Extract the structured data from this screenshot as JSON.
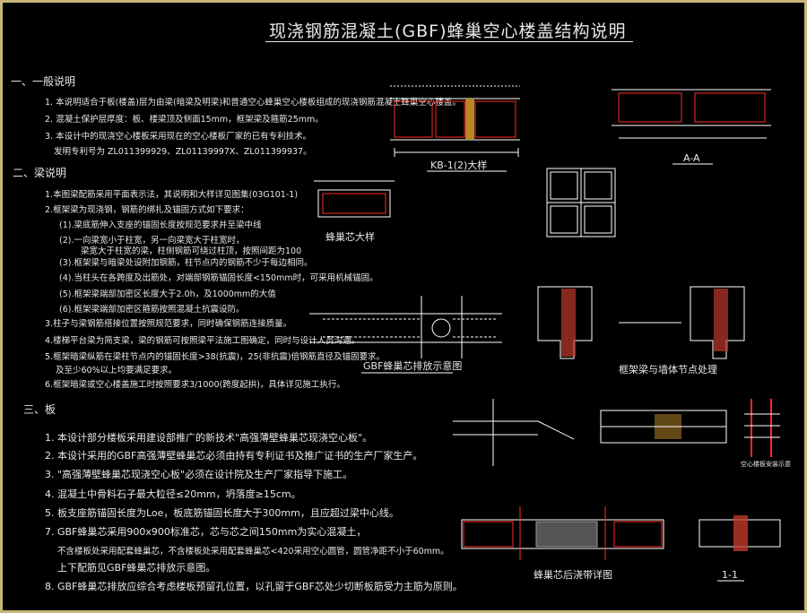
{
  "title": "现浇钢筋混凝土(GBF)蜂巢空心楼盖结构说明",
  "sections": {
    "s1": {
      "heading": "一、一般说明",
      "items": [
        "1. 本说明适合于板(楼盖)层为由梁(暗梁及明梁)和普通空心蜂巢空心楼板组成的现浇钢筋混凝土蜂巢空心楼盖。",
        "2. 混凝土保护层厚度：板、楼梁顶及侧面15mm，框架梁及箍筋25mm。",
        "3. 本设计中的现浇空心楼板采用现在的空心楼板厂家的已有专利技术。",
        "发明专利号为  ZL011399929、ZL01139997X、ZL011399937。"
      ]
    },
    "s2": {
      "heading": "二、梁说明",
      "items": [
        "1.本图梁配筋采用平面表示法，其说明和大样详见图集(03G101-1)",
        "2.框架梁为现浇钢，钢筋的绑扎及锚固方式如下要求：",
        "(1).梁底筋伸入支座的锚固长度按规范要求并至梁中线",
        "(2).一向梁宽小于柱宽，另一向梁宽大于柱宽时，",
        "梁宽大于柱宽的梁，柱侧钢筋可绕过柱顶，按照间距为100",
        "(3).框架梁与暗梁处设附加钢筋，柱节点内的钢筋不少于每边相同。",
        "(4).当柱头在各跨度及出筋处，对端部钢筋锚固长度<150mm时，可采用机械锚固。",
        "(5).框架梁端部加密区长度大于2.0h，及1000mm的大值",
        "(6).框架梁端部加密区箍筋按照混凝土抗震设防。",
        "3.柱子与梁钢筋搭接位置按照规范要求，同时确保钢筋连接质量。",
        "4.楼梯平台梁为简支梁，梁的钢筋可按照梁平法施工图确定，同时与设计人员沟通。",
        "5.框架暗梁纵筋在梁柱节点内的锚固长度>38(抗震)，25(非抗震)倍钢筋直径及锚固要求。",
        "及至少60%以上均要满足要求。",
        "6.框架暗梁或空心楼盖施工时按照要求3/1000(跨度起拱)，具体详见施工执行。"
      ]
    },
    "s3": {
      "heading": "三、板",
      "items": [
        "1. 本设计部分楼板采用建设部推广的新技术\"高强薄壁蜂巢芯现浇空心板\"。",
        "2. 本设计采用的GBF高强薄壁蜂巢芯必须由持有专利证书及推广证书的生产厂家生产。",
        "3. \"高强薄壁蜂巢芯现浇空心板\"必须在设计院及生产厂家指导下施工。",
        "4. 混凝土中骨料石子最大粒径≤20mm，坍落度≥15cm。",
        "5. 板支座筋锚固长度为Loe，板底筋锚固长度大于300mm，且应超过梁中心线。",
        "7. GBF蜂巢芯采用900x900标准芯，芯与芯之间150mm为实心混凝土，",
        "不含楼板处采用配套蜂巢芯，不含楼板处采用配套蜂巢芯<420采用空心圆管，圆管净距不小于60mm。",
        "上下配筋见GBF蜂巢芯排放示意图。",
        "8. GBF蜂巢芯排放应综合考虑楼板预留孔位置，以孔留于GBF芯处少切断板筋受力主筋为原则。"
      ]
    }
  },
  "drawings": {
    "kb_label": "KB-1(2)大样",
    "aa_label": "A-A",
    "core_label": "蜂巢芯大样",
    "layout_label": "GBF蜂巢芯排放示意图",
    "frame_label": "框架梁与墙体节点处理",
    "hollow_label": "空心楼板安装示意",
    "seam_label": "蜂巢芯后浇带详图",
    "section_label": "1-1"
  },
  "colors": {
    "background": "#000000",
    "border": "#c8b77a",
    "text": "#e8e8e8",
    "red": "#ff2a2a",
    "white": "#ffffff",
    "yellow": "#ffff00"
  }
}
